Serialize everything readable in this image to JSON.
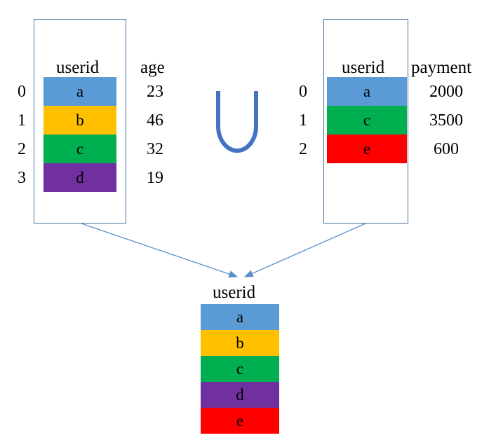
{
  "colors": {
    "a": "#5b9bd5",
    "b": "#ffc000",
    "c": "#00b050",
    "d": "#7030a0",
    "e": "#ff0000",
    "frame": "#41719c",
    "union": "#4472c4",
    "arrow": "#5b8ec9"
  },
  "left_table": {
    "header": "userid",
    "value_header": "age",
    "rows": [
      {
        "index": "0",
        "userid": "a",
        "value": "23"
      },
      {
        "index": "1",
        "userid": "b",
        "value": "46"
      },
      {
        "index": "2",
        "userid": "c",
        "value": "32"
      },
      {
        "index": "3",
        "userid": "d",
        "value": "19"
      }
    ]
  },
  "operator": "union",
  "right_table": {
    "header": "userid",
    "value_header": "payment",
    "rows": [
      {
        "index": "0",
        "userid": "a",
        "value": "2000"
      },
      {
        "index": "1",
        "userid": "c",
        "value": "3500"
      },
      {
        "index": "2",
        "userid": "e",
        "value": "600"
      }
    ]
  },
  "result_table": {
    "header": "userid",
    "rows": [
      "a",
      "b",
      "c",
      "d",
      "e"
    ]
  }
}
